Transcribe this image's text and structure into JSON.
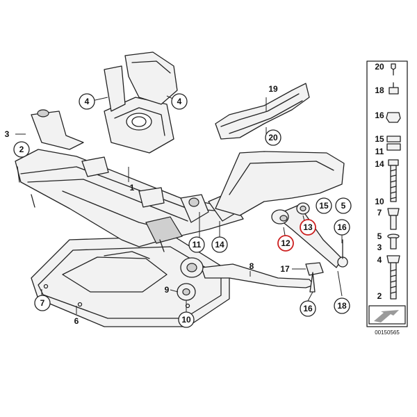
{
  "callouts": [
    {
      "id": "c1",
      "num": "1"
    },
    {
      "id": "c2",
      "num": "2"
    },
    {
      "id": "c3",
      "num": "3"
    },
    {
      "id": "c4a",
      "num": "4"
    },
    {
      "id": "c4b",
      "num": "4"
    },
    {
      "id": "c5",
      "num": "5"
    },
    {
      "id": "c6",
      "num": "6"
    },
    {
      "id": "c7",
      "num": "7"
    },
    {
      "id": "c8",
      "num": "8"
    },
    {
      "id": "c9",
      "num": "9"
    },
    {
      "id": "c10",
      "num": "10"
    },
    {
      "id": "c11",
      "num": "11"
    },
    {
      "id": "c12",
      "num": "12",
      "highlighted": true
    },
    {
      "id": "c13",
      "num": "13",
      "highlighted": true
    },
    {
      "id": "c14",
      "num": "14"
    },
    {
      "id": "c15",
      "num": "15"
    },
    {
      "id": "c16a",
      "num": "16"
    },
    {
      "id": "c16b",
      "num": "16"
    },
    {
      "id": "c17",
      "num": "17"
    },
    {
      "id": "c18",
      "num": "18"
    },
    {
      "id": "c19",
      "num": "19"
    },
    {
      "id": "c20",
      "num": "20"
    }
  ],
  "parts_column": [
    {
      "num": "20",
      "hardware": "clip"
    },
    {
      "num": "18",
      "hardware": "nut"
    },
    {
      "num": "16",
      "hardware": "self-locking nut"
    },
    {
      "num": "15",
      "hardware": "collar nut"
    },
    {
      "num": "11",
      "hardware": "collar nut"
    },
    {
      "num": "14",
      "hardware": "hex bolt"
    },
    {
      "num": "10",
      "hardware": "hex bolt"
    },
    {
      "num": "7",
      "hardware": "hex bolt"
    },
    {
      "num": "5",
      "hardware": "hex bolt"
    },
    {
      "num": "3",
      "hardware": "washer"
    },
    {
      "num": "4",
      "hardware": "hex bolt"
    },
    {
      "num": "2",
      "hardware": "hex bolt"
    }
  ],
  "reference": "00150565",
  "highlight_color": "#cc1f1f",
  "line_color": "#222222"
}
